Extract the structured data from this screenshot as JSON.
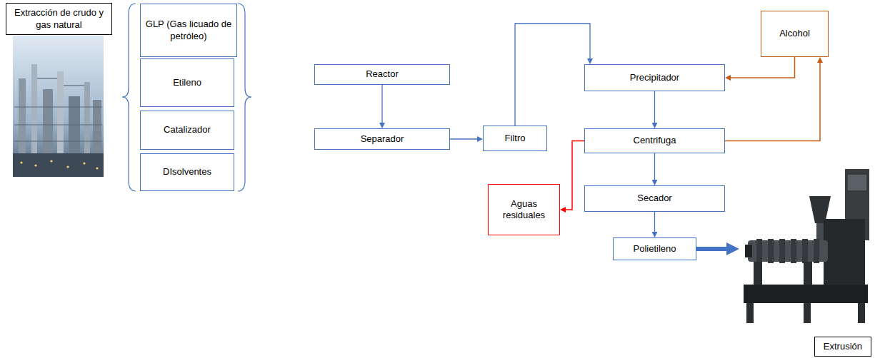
{
  "diagram": {
    "nodes": [
      {
        "text": [
          "Extracción de crudo y gas natural"
        ]
      },
      {
        "text": [
          "GLP (Gas licuado de petróleo)"
        ]
      },
      {
        "text": [
          "Etileno"
        ]
      },
      {
        "text": [
          "Catalizador"
        ]
      },
      {
        "text": [
          "DIsolventes"
        ]
      },
      {
        "text": [
          "Reactor"
        ]
      },
      {
        "text": [
          "Separador"
        ]
      },
      {
        "text": [
          "Filtro"
        ]
      },
      {
        "text": [
          "Precipitador"
        ]
      },
      {
        "text": [
          "Alcohol"
        ]
      },
      {
        "text": [
          "Centrifuga"
        ]
      },
      {
        "text": [
          "Aguas residuales"
        ]
      },
      {
        "text": [
          "Secador"
        ]
      },
      {
        "text": [
          "Polietileno"
        ]
      },
      {
        "text": [
          "Extrusión"
        ]
      }
    ],
    "edges": [
      {
        "from": 5,
        "to": 6,
        "arrow": "to"
      },
      {
        "from": 6,
        "to": 7,
        "arrow": "to"
      },
      {
        "from": 7,
        "to": 8,
        "arrow": "to"
      },
      {
        "from": 9,
        "to": 8,
        "arrow": "to"
      },
      {
        "from": 8,
        "to": 10,
        "arrow": "to"
      },
      {
        "from": 10,
        "to": 9,
        "arrow": "to"
      },
      {
        "from": 10,
        "to": 11,
        "arrow": "to"
      },
      {
        "from": 10,
        "to": 12,
        "arrow": "to"
      },
      {
        "from": 12,
        "to": 13,
        "arrow": "to"
      },
      {
        "from": 13,
        "to": 14,
        "arrow": "to"
      }
    ]
  }
}
